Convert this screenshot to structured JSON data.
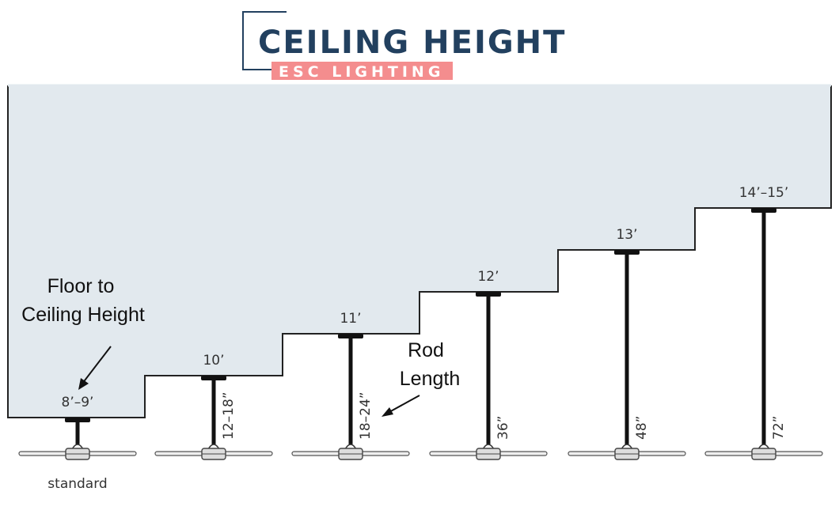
{
  "logo": {
    "title": "CEILING HEIGHT",
    "subtitle": "ESC LIGHTING"
  },
  "colors": {
    "ceiling_fill": "#e2e9ee",
    "navy": "#22405f",
    "pink": "#f48d8e"
  },
  "annotations": {
    "floor_to_ceiling_line1": "Floor to",
    "floor_to_ceiling_line2": "Ceiling Height",
    "rod_line1": "Rod",
    "rod_line2": "Length"
  },
  "fans": [
    {
      "height": "8’–9’",
      "rod": "",
      "caption": "standard"
    },
    {
      "height": "10’",
      "rod": "12–18”"
    },
    {
      "height": "11’",
      "rod": "18–24”"
    },
    {
      "height": "12’",
      "rod": "36”"
    },
    {
      "height": "13’",
      "rod": "48”"
    },
    {
      "height": "14’–15’",
      "rod": "72”"
    }
  ]
}
